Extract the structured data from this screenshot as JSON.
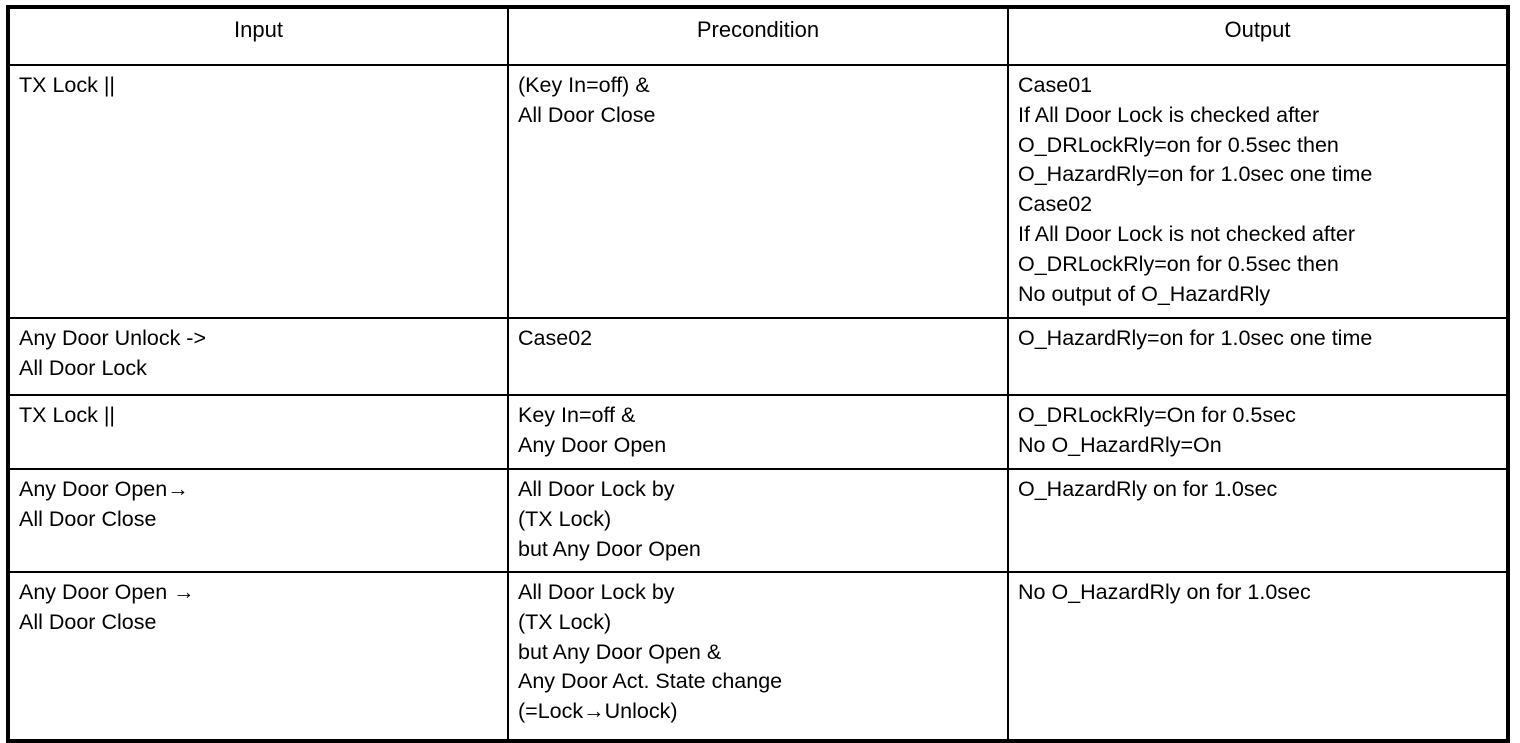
{
  "table": {
    "headers": [
      {
        "label": "Input"
      },
      {
        "label": "Precondition"
      },
      {
        "label": "Output"
      }
    ],
    "rows": [
      {
        "input": "TX Lock ||",
        "precondition": "(Key In=off) &\nAll Door Close",
        "output": "Case01\nIf All Door Lock is checked after\nO_DRLockRly=on for 0.5sec then\nO_HazardRly=on for 1.0sec one time\nCase02\nIf All Door Lock is not checked after\nO_DRLockRly=on for 0.5sec then\nNo output of O_HazardRly"
      },
      {
        "input": "Any Door Unlock ->\nAll Door Lock",
        "precondition": "Case02",
        "output": "O_HazardRly=on for 1.0sec one time"
      },
      {
        "input": "TX Lock ||",
        "precondition": "Key In=off &\nAny Door Open",
        "output": "O_DRLockRly=On for 0.5sec\nNo O_HazardRly=On"
      },
      {
        "input": "Any Door Open→\nAll Door Close",
        "precondition": "All Door Lock by\n(TX Lock)\nbut Any Door Open",
        "output": "O_HazardRly on for 1.0sec"
      },
      {
        "input": "Any Door Open →\nAll Door Close",
        "precondition": "All Door Lock by\n(TX Lock)\nbut Any Door Open &\nAny Door Act. State change\n(=Lock→Unlock)",
        "output": "No O_HazardRly on for 1.0sec"
      }
    ]
  },
  "colors": {
    "border": "#000000",
    "text": "#000000",
    "background": "#ffffff"
  }
}
